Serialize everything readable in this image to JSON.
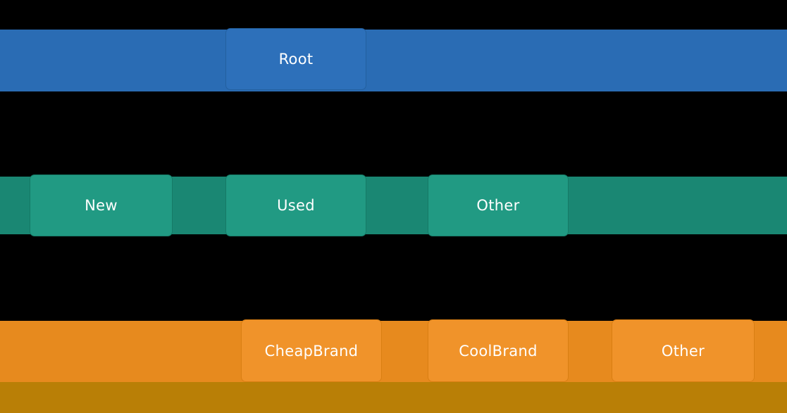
{
  "diagram": {
    "type": "hierarchy-tree",
    "background_color": "#000000",
    "text_color": "#ffffff",
    "levels": [
      {
        "depth": 0,
        "band_color": "#2a6cb4",
        "node_color": "#2d70ba",
        "nodes": [
          {
            "label": "Root"
          }
        ]
      },
      {
        "depth": 1,
        "band_color": "#1a8773",
        "node_color": "#219a83",
        "nodes": [
          {
            "label": "New"
          },
          {
            "label": "Used"
          },
          {
            "label": "Other"
          }
        ]
      },
      {
        "depth": 2,
        "band_color": "#e78a1e",
        "node_color": "#f0932a",
        "nodes": [
          {
            "label": "CheapBrand"
          },
          {
            "label": "CoolBrand"
          },
          {
            "label": "Other"
          }
        ]
      },
      {
        "depth": 3,
        "band_color": "#b97f06",
        "nodes": []
      }
    ]
  }
}
